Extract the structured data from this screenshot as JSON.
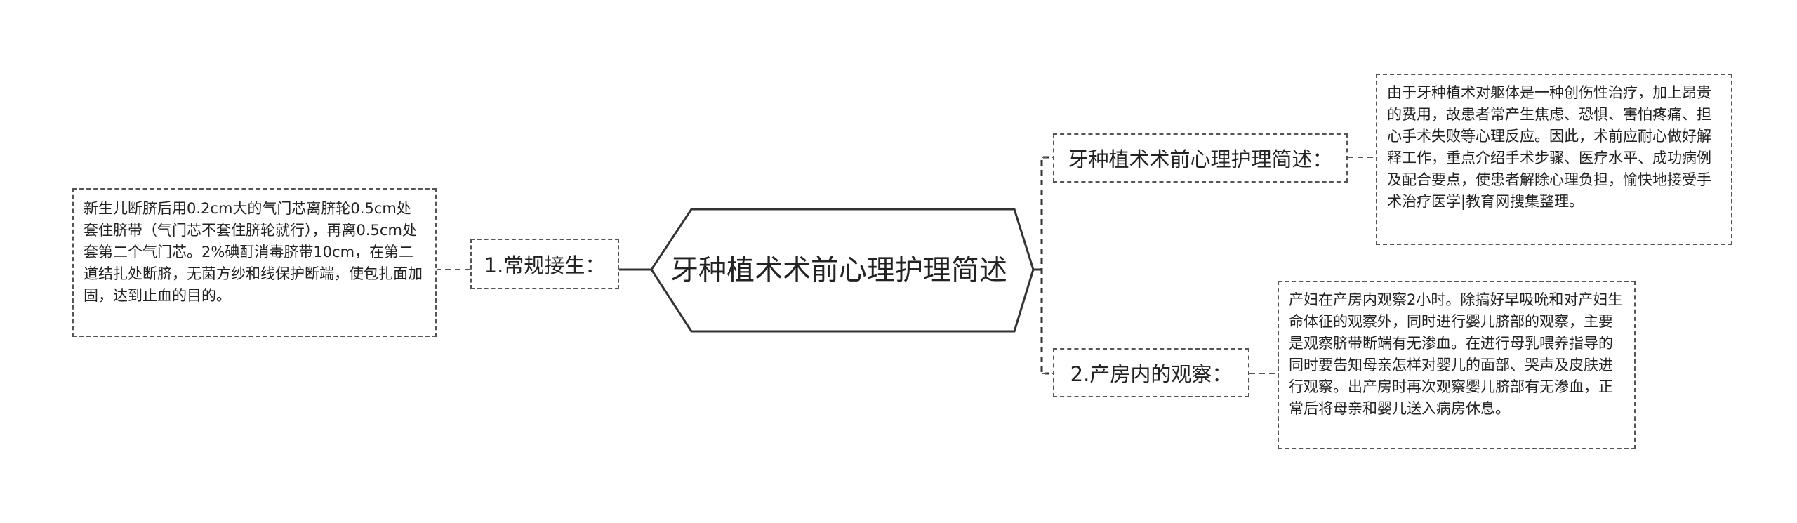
{
  "root": {
    "title": "牙种植术术前心理护理简述"
  },
  "branches": [
    {
      "label": "1.常规接生：",
      "detail": "新生儿断脐后用0.2cm大的气门芯离脐轮0.5cm处套住脐带（气门芯不套住脐轮就行），再离0.5cm处套第二个气门芯。2%碘酊消毒脐带10cm，在第二道结扎处断脐，无菌方纱和线保护断端，使包扎面加固，达到止血的目的。"
    },
    {
      "label": "牙种植术术前心理护理简述：",
      "detail": "由于牙种植术对躯体是一种创伤性治疗，加上昂贵的费用，故患者常产生焦虑、恐惧、害怕疼痛、担心手术失败等心理反应。因此，术前应耐心做好解释工作，重点介绍手术步骤、医疗水平、成功病例及配合要点，使患者解除心理负担，愉快地接受手术治疗医学|教育网搜集整理。"
    },
    {
      "label": "2.产房内的观察：",
      "detail": "产妇在产房内观察2小时。除搞好早吸吮和对产妇生命体征的观察外，同时进行婴儿脐部的观察，主要是观察脐带断端有无渗血。在进行母乳喂养指导的同时要告知母亲怎样对婴儿的面部、哭声及皮肤进行观察。出产房时再次观察婴儿脐部有无渗血，正常后将母亲和婴儿送入病房休息。"
    }
  ]
}
